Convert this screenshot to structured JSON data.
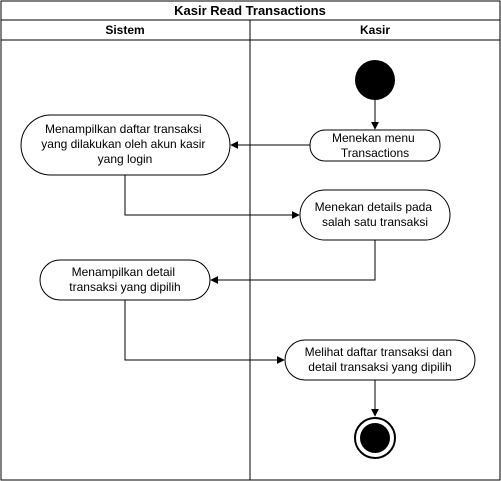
{
  "diagram": {
    "title": "Kasir Read Transactions",
    "lanes": [
      {
        "label": "Sistem"
      },
      {
        "label": "Kasir"
      }
    ],
    "nodes": {
      "start": {
        "kind": "initial-node"
      },
      "n1": {
        "lines": [
          "Menekan menu",
          "Transactions"
        ]
      },
      "n2": {
        "lines": [
          "Menampilkan daftar transaksi",
          "yang dilakukan oleh akun kasir",
          "yang login"
        ]
      },
      "n3": {
        "lines": [
          "Menekan details pada",
          "salah satu transaksi"
        ]
      },
      "n4": {
        "lines": [
          "Menampilkan detail",
          "transaksi yang dipilih"
        ]
      },
      "n5": {
        "lines": [
          "Melihat daftar transaksi dan",
          "detail transaksi yang dipilih"
        ]
      },
      "end": {
        "kind": "final-node"
      }
    }
  }
}
